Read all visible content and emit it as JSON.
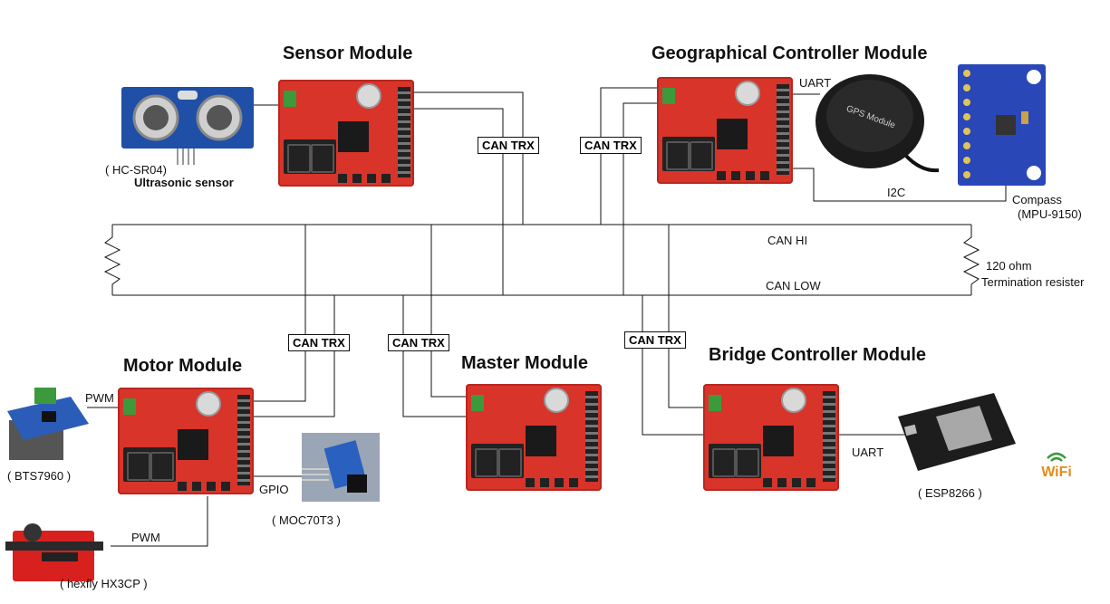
{
  "modules": {
    "sensor": "Sensor Module",
    "geo": "Geographical Controller Module",
    "motor": "Motor Module",
    "master": "Master Module",
    "bridge": "Bridge Controller Module"
  },
  "bus": {
    "can_hi": "CAN HI",
    "can_low": "CAN LOW",
    "termination_value": "120 ohm",
    "termination_label": "Termination resister"
  },
  "transceivers": {
    "label": "CAN TRX"
  },
  "peripherals": {
    "ultrasonic_part": "( HC-SR04)",
    "ultrasonic_name": "Ultrasonic sensor",
    "motor_driver": "( BTS7960 )",
    "servo": "( hexfly HX3CP )",
    "encoder": "( MOC70T3 )",
    "compass_name": "Compass",
    "compass_part": "(MPU-9150)",
    "wifi_module": "( ESP8266 )",
    "wifi_logo_text": "WiFi",
    "gps_text": "GPS Module"
  },
  "signals": {
    "uart_gps": "UART",
    "i2c": "I2C",
    "pwm_driver": "PWM",
    "pwm_servo": "PWM",
    "gpio": "GPIO",
    "uart_bridge": "UART"
  },
  "colors": {
    "board_red": "#d8342a",
    "ultrasonic_blue": "#1f4fa6",
    "compass_blue": "#2a47b8",
    "servo_red": "#d8201e",
    "driver_blue": "#2b5db8",
    "wire": "#111111"
  }
}
